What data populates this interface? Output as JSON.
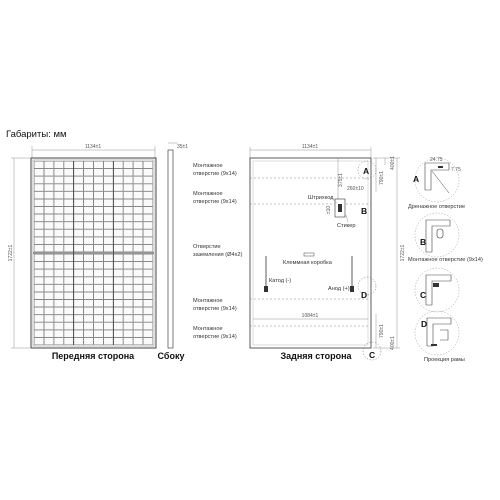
{
  "title": "Габариты: мм",
  "front": {
    "label": "Передняя сторона",
    "width_dim": "1134±1",
    "height_dim": "1722±1"
  },
  "side": {
    "label": "Сбоку",
    "depth_dim": "35±1"
  },
  "back": {
    "label": "Задняя сторона",
    "width_dim": "1134±1",
    "inner_width_dim": "1084±1",
    "height_dim": "1722±1",
    "dim_top_right": "400±1",
    "dim_top_right_2": "790±1",
    "dim_bottom_right": "400±1",
    "dim_bottom_right_2": "790±1",
    "dim_barcode_v": "375±1",
    "dim_barcode_h": "260±10",
    "dim_sticker": "±10",
    "labels": {
      "mount_hole_1": [
        "Монтажное",
        "отверстие (9x14)"
      ],
      "mount_hole_2": [
        "Монтажное",
        "отверстие (9x14)"
      ],
      "ground_hole": [
        "Отверстие",
        "заземления (Ø4x2)"
      ],
      "mount_hole_3": [
        "Монтажное",
        "отверстие (9x14)"
      ],
      "mount_hole_4": [
        "Монтажное",
        "отверстие (9x14)"
      ],
      "barcode": "Штрихкод",
      "sticker": "Стикер",
      "junction_box": "Клеммная коробка",
      "cathode": "Катод (-)",
      "anode": "Анод (+)"
    },
    "markers": [
      "A",
      "B",
      "D",
      "C"
    ]
  },
  "details": [
    {
      "letter": "A",
      "caption": "Дренажное отверстие",
      "dims": [
        "24.75",
        "7.75"
      ]
    },
    {
      "letter": "B",
      "caption": "Монтажное отверстие (9x14)"
    },
    {
      "letter": "C",
      "caption": ""
    },
    {
      "letter": "D",
      "caption": "Проекция рамы"
    }
  ]
}
